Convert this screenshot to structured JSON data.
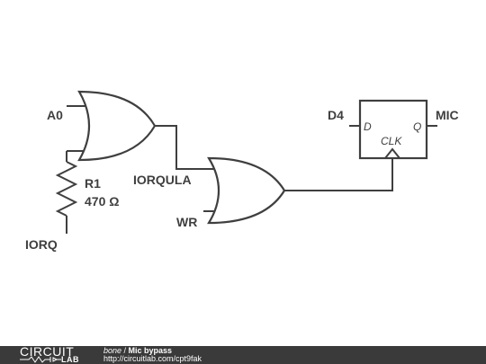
{
  "schematic": {
    "labels": {
      "a0": "A0",
      "iorq": "IORQ",
      "r1_name": "R1",
      "r1_value": "470 Ω",
      "iorqula": "IORQULA",
      "wr": "WR",
      "d4": "D4",
      "mic": "MIC",
      "pin_d": "D",
      "pin_q": "Q",
      "pin_clk": "CLK"
    },
    "colors": {
      "ink": "#3f3f3f",
      "background": "#ffffff"
    }
  },
  "footer": {
    "logo_top": "CIRCUIT",
    "logo_bottom": "LAB",
    "author": "bone",
    "separator": " / ",
    "title": "Mic bypass",
    "url": "http://circuitlab.com/cpt9fak",
    "background": "#3a3a3a"
  }
}
